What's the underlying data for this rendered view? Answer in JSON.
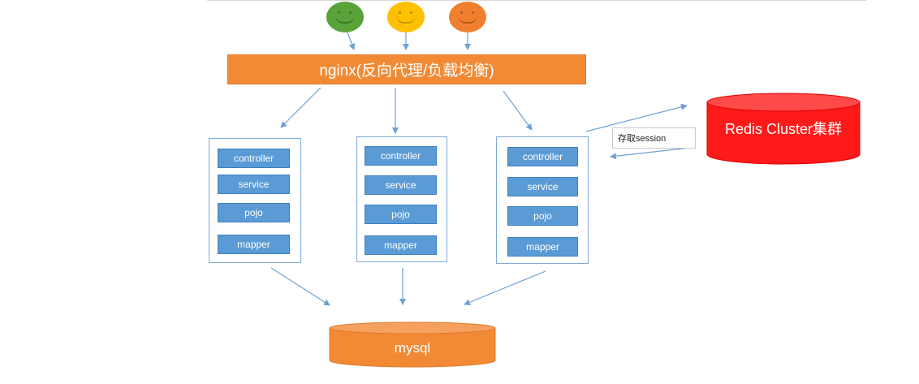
{
  "nginx": {
    "label": "nginx(反向代理/负载均衡)"
  },
  "servers": [
    {
      "layers": [
        "controller",
        "service",
        "pojo",
        "mapper"
      ]
    },
    {
      "layers": [
        "controller",
        "service",
        "pojo",
        "mapper"
      ]
    },
    {
      "layers": [
        "controller",
        "service",
        "pojo",
        "mapper"
      ]
    }
  ],
  "session": {
    "label": "存取session"
  },
  "redis": {
    "label": "Redis Cluster集群"
  },
  "mysql": {
    "label": "mysql"
  },
  "colors": {
    "user1": "#5aa33a",
    "user2": "#ffc000",
    "user3": "#f08030",
    "nginx": "#f28a35",
    "layer": "#5b9bd5",
    "redis": "#ff1a1a",
    "mysql": "#f28a35",
    "arrow": "#6fa0d6"
  }
}
